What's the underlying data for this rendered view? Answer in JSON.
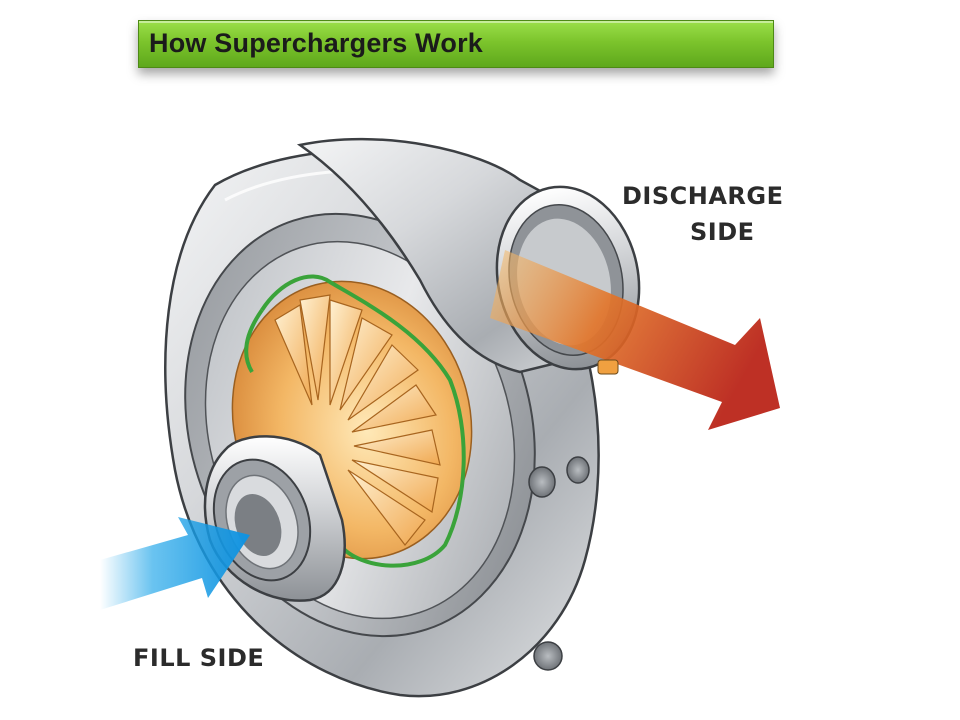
{
  "title": "How Superchargers Work",
  "labels": {
    "discharge_line1": "DISCHARGE",
    "discharge_line2": "SIDE",
    "fill": "FILL SIDE"
  },
  "colors": {
    "banner_green": "#7cc42c",
    "intake_arrow_blue": "#1aa3e8",
    "discharge_arrow_start": "#f0a040",
    "discharge_arrow_end": "#b81e12",
    "impeller_orange": "#f3b765",
    "seal_green": "#3aa33a",
    "housing_silver": "#c9ccd0"
  }
}
